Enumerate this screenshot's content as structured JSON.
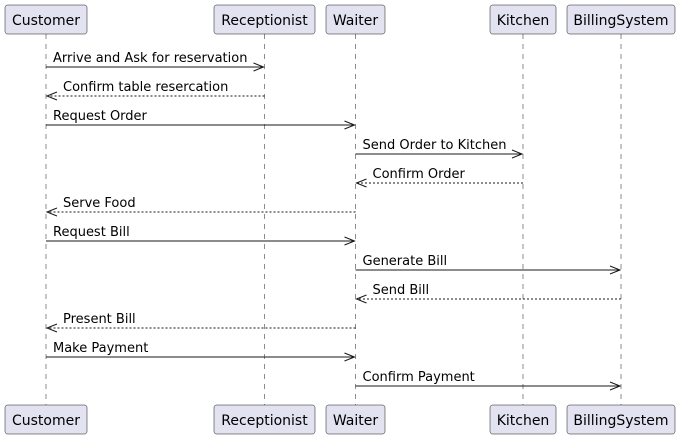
{
  "participants": [
    {
      "id": "customer",
      "label": "Customer"
    },
    {
      "id": "receptionist",
      "label": "Receptionist"
    },
    {
      "id": "waiter",
      "label": "Waiter"
    },
    {
      "id": "kitchen",
      "label": "Kitchen"
    },
    {
      "id": "billing",
      "label": "BillingSystem"
    }
  ],
  "messages": [
    {
      "from": "customer",
      "to": "receptionist",
      "label": "Arrive and Ask for reservation",
      "style": "solid"
    },
    {
      "from": "receptionist",
      "to": "customer",
      "label": "Confirm table resercation",
      "style": "dashed"
    },
    {
      "from": "customer",
      "to": "waiter",
      "label": "Request Order",
      "style": "solid"
    },
    {
      "from": "waiter",
      "to": "kitchen",
      "label": "Send Order to Kitchen",
      "style": "solid"
    },
    {
      "from": "kitchen",
      "to": "waiter",
      "label": "Confirm Order",
      "style": "dashed"
    },
    {
      "from": "waiter",
      "to": "customer",
      "label": "Serve Food",
      "style": "dashed"
    },
    {
      "from": "customer",
      "to": "waiter",
      "label": "Request Bill",
      "style": "solid"
    },
    {
      "from": "waiter",
      "to": "billing",
      "label": "Generate Bill",
      "style": "solid"
    },
    {
      "from": "billing",
      "to": "waiter",
      "label": "Send Bill",
      "style": "dashed"
    },
    {
      "from": "waiter",
      "to": "customer",
      "label": "Present Bill",
      "style": "dashed"
    },
    {
      "from": "customer",
      "to": "waiter",
      "label": "Make Payment",
      "style": "solid"
    },
    {
      "from": "waiter",
      "to": "billing",
      "label": "Confirm Payment",
      "style": "solid"
    }
  ],
  "colors": {
    "participant_fill": "#e2e2f0",
    "stroke": "#181818"
  }
}
